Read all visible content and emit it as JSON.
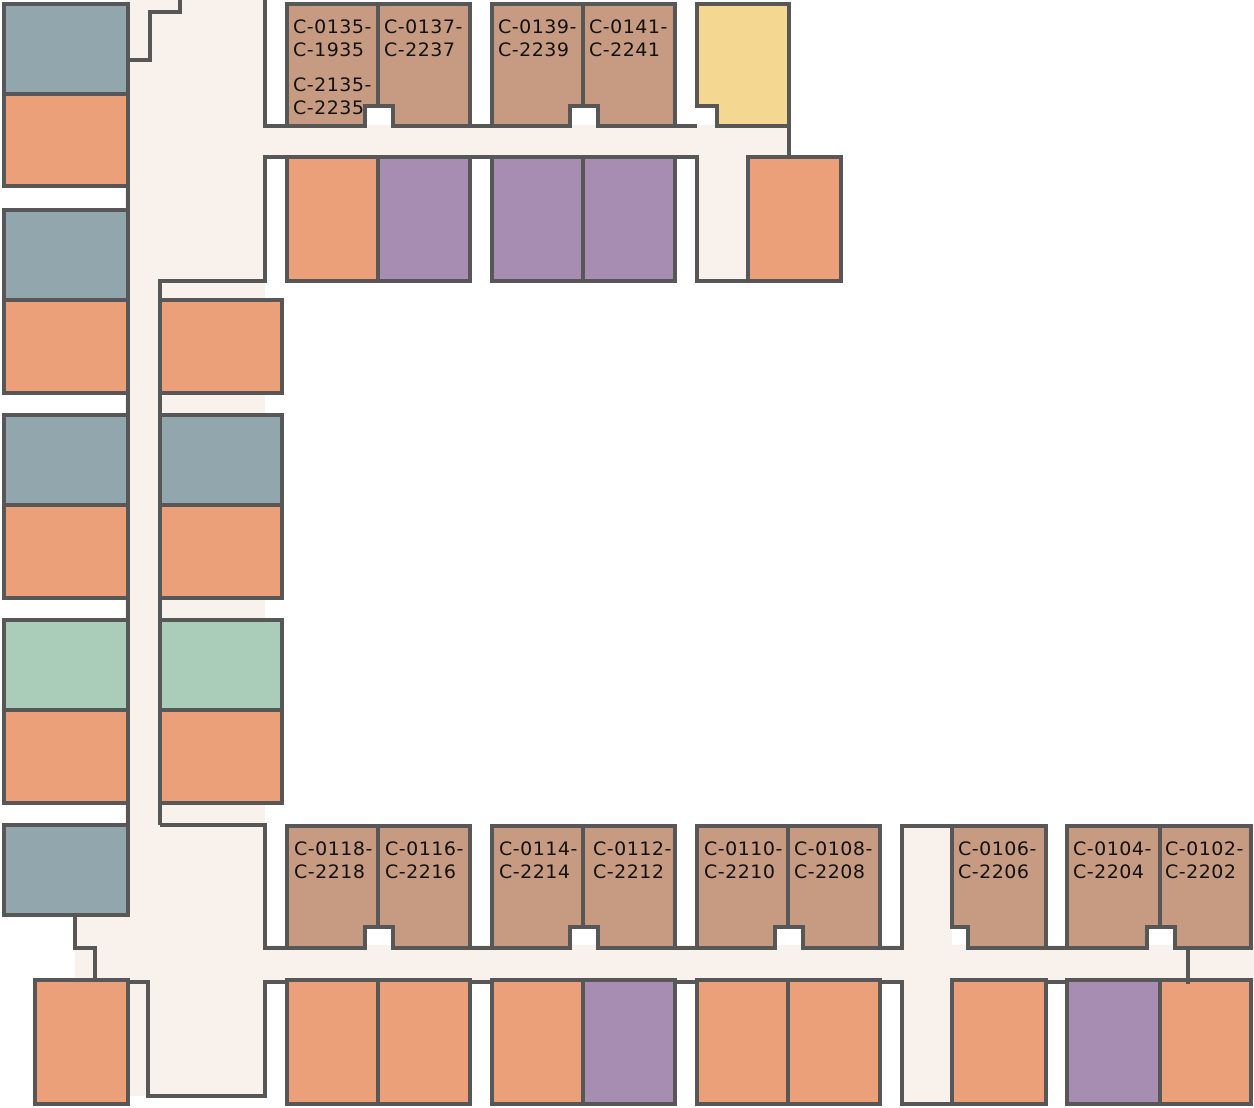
{
  "map": {
    "colors": {
      "background": "#ffffff",
      "corridor": "#f8f1ec",
      "wall": "#575757",
      "orange": "#eba07a",
      "slate": "#92a6ae",
      "lavender": "#a78db2",
      "mint": "#aacdba",
      "tan": "#c69b82",
      "yellow": "#f4d892"
    },
    "units": [
      {
        "id": "u01",
        "color": "slate",
        "label": []
      },
      {
        "id": "u02",
        "color": "orange",
        "label": []
      },
      {
        "id": "u03",
        "color": "slate",
        "label": []
      },
      {
        "id": "u04",
        "color": "orange",
        "label": []
      },
      {
        "id": "u05",
        "color": "slate",
        "label": []
      },
      {
        "id": "u06",
        "color": "orange",
        "label": []
      },
      {
        "id": "u07",
        "color": "mint",
        "label": []
      },
      {
        "id": "u08",
        "color": "orange",
        "label": []
      },
      {
        "id": "u09",
        "color": "slate",
        "label": []
      },
      {
        "id": "u10",
        "color": "orange",
        "label": []
      },
      {
        "id": "u11",
        "color": "slate",
        "label": []
      },
      {
        "id": "u12",
        "color": "orange",
        "label": []
      },
      {
        "id": "u13",
        "color": "mint",
        "label": []
      },
      {
        "id": "u14",
        "color": "orange",
        "label": []
      },
      {
        "id": "u15",
        "color": "tan",
        "label": [
          "C-0135-",
          "C-1935",
          "C-2135-",
          "C-2235"
        ]
      },
      {
        "id": "u16",
        "color": "tan",
        "label": [
          "C-0137-",
          "C-2237"
        ]
      },
      {
        "id": "u17",
        "color": "tan",
        "label": [
          "C-0139-",
          "C-2239"
        ]
      },
      {
        "id": "u18",
        "color": "tan",
        "label": [
          "C-0141-",
          "C-2241"
        ]
      },
      {
        "id": "u19",
        "color": "yellow",
        "label": []
      },
      {
        "id": "u20",
        "color": "orange",
        "label": []
      },
      {
        "id": "u21",
        "color": "lavender",
        "label": []
      },
      {
        "id": "u22",
        "color": "lavender",
        "label": []
      },
      {
        "id": "u23",
        "color": "lavender",
        "label": []
      },
      {
        "id": "u24",
        "color": "orange",
        "label": []
      },
      {
        "id": "u25",
        "color": "tan",
        "label": [
          "C-0118-",
          "C-2218"
        ]
      },
      {
        "id": "u26",
        "color": "tan",
        "label": [
          "C-0116-",
          "C-2216"
        ]
      },
      {
        "id": "u27",
        "color": "tan",
        "label": [
          "C-0114-",
          "C-2214"
        ]
      },
      {
        "id": "u28",
        "color": "tan",
        "label": [
          "C-0112-",
          "C-2212"
        ]
      },
      {
        "id": "u29",
        "color": "tan",
        "label": [
          "C-0110-",
          "C-2210"
        ]
      },
      {
        "id": "u30",
        "color": "tan",
        "label": [
          "C-0108-",
          "C-2208"
        ]
      },
      {
        "id": "u31",
        "color": "tan",
        "label": [
          "C-0106-",
          "C-2206"
        ]
      },
      {
        "id": "u32",
        "color": "tan",
        "label": [
          "C-0104-",
          "C-2204"
        ]
      },
      {
        "id": "u33",
        "color": "tan",
        "label": [
          "C-0102-",
          "C-2202"
        ]
      },
      {
        "id": "u34",
        "color": "orange",
        "label": []
      },
      {
        "id": "u35",
        "color": "orange",
        "label": []
      },
      {
        "id": "u36",
        "color": "orange",
        "label": []
      },
      {
        "id": "u37",
        "color": "orange",
        "label": []
      },
      {
        "id": "u38",
        "color": "lavender",
        "label": []
      },
      {
        "id": "u39",
        "color": "orange",
        "label": []
      },
      {
        "id": "u40",
        "color": "orange",
        "label": []
      },
      {
        "id": "u41",
        "color": "orange",
        "label": []
      },
      {
        "id": "u42",
        "color": "lavender",
        "label": []
      },
      {
        "id": "u43",
        "color": "orange",
        "label": []
      }
    ]
  }
}
